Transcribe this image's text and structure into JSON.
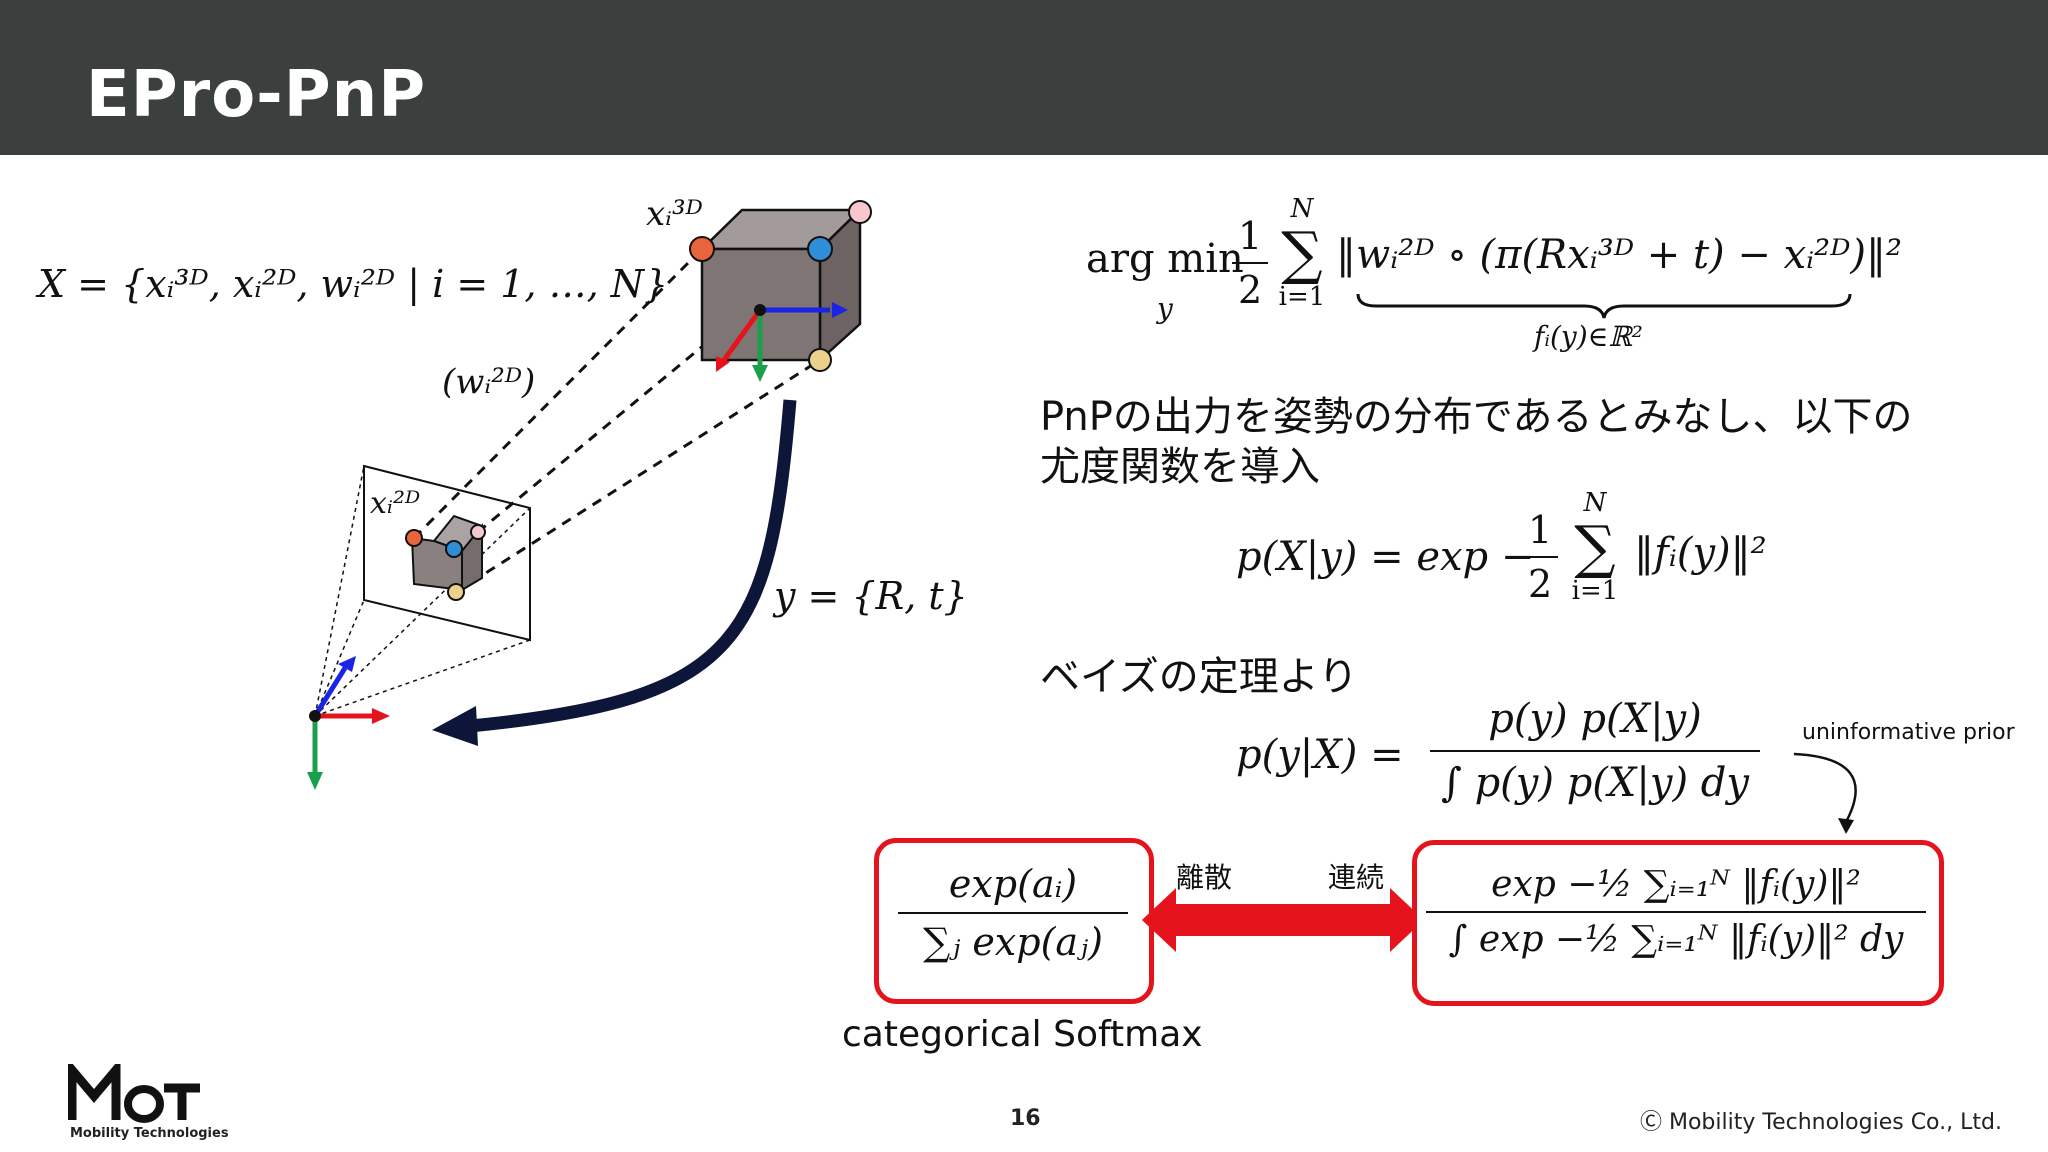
{
  "slide": {
    "title": "EPro-PnP",
    "page_number": "16",
    "copyright": "Ⓒ Mobility Technologies Co., Ltd.",
    "logo_text": "Mobility Technologies"
  },
  "diagram": {
    "set_def": "X = {xᵢ³ᴰ, xᵢ²ᴰ, wᵢ²ᴰ | i = 1, …, N}",
    "x3d_label": "xᵢ³ᴰ",
    "w2d_label": "(wᵢ²ᴰ)",
    "x2d_label": "xᵢ²ᴰ",
    "y_label": "y = {R, t}"
  },
  "equations": {
    "argmin": "arg min",
    "argmin_sub": "y",
    "half": "1",
    "half_den": "2",
    "sum_top": "N",
    "sum_bot": "i=1",
    "norm_body": "‖wᵢ²ᴰ ∘ (π(Rxᵢ³ᴰ + t) − xᵢ²ᴰ)‖²",
    "brace_label": "fᵢ(y)∈ℝ²",
    "likelihood_lhs": "p(X|y) = exp −",
    "likelihood_rhs": "‖fᵢ(y)‖²",
    "bayes_lhs": "p(y|X) =",
    "bayes_num": "p(y) p(X|y)",
    "bayes_den": "∫ p(y) p(X|y) dy",
    "softmax_num": "exp(aᵢ)",
    "softmax_den": "∑ⱼ exp(aⱼ)",
    "cont_num": "exp −½ ∑ᵢ₌₁ᴺ ‖fᵢ(y)‖²",
    "cont_den": "∫ exp −½ ∑ᵢ₌₁ᴺ ‖fᵢ(y)‖² dy"
  },
  "text": {
    "pnp_line1": "PnPの出力を姿勢の分布であるとみなし、以下の",
    "pnp_line2": "尤度関数を導入",
    "bayes_intro": "ベイズの定理より",
    "uninformative": "uninformative prior",
    "discrete": "離散",
    "continuous": "連続",
    "softmax_caption": "categorical Softmax"
  },
  "colors": {
    "header_bg": "#3b3f3e",
    "accent_red": "#e5131c",
    "arrow_navy": "#0d1538"
  }
}
